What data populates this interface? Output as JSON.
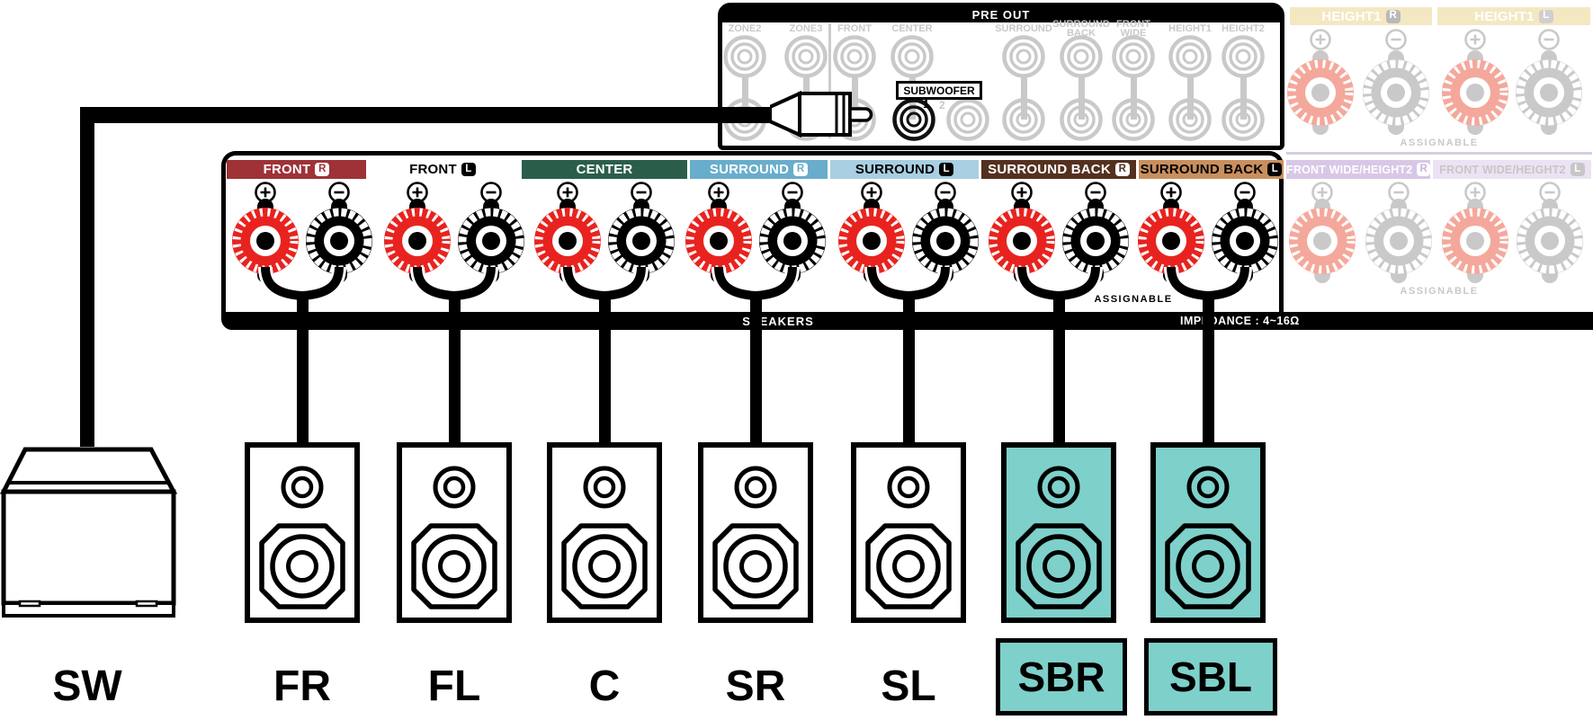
{
  "colors": {
    "highlight_teal": "#7ed0ca",
    "front_r_red": "#9e3237",
    "center_green": "#2a5e4b",
    "surround_r_blue": "#68adcc",
    "surround_l_blue": "#a8cfe2",
    "surround_back_r_brown": "#54301f",
    "surround_back_l_tan": "#c98f5e",
    "height2_purple": "#d8c7e6",
    "height1_cream": "#f3e8c2",
    "post_red": "#e8231f",
    "faded_gray": "#c9c9c9"
  },
  "pre_out": {
    "title": "PRE OUT",
    "top_labels": [
      {
        "text": "ZONE2"
      },
      {
        "text": "ZONE3"
      },
      {
        "text": "FRONT"
      },
      {
        "text": "CENTER"
      },
      {
        "text": "SURROUND"
      },
      {
        "text": "SURROUND BACK"
      },
      {
        "text": "FRONT WIDE"
      },
      {
        "text": "HEIGHT1"
      },
      {
        "text": "HEIGHT2"
      }
    ],
    "subwoofer": {
      "label": "SUBWOOFER",
      "jack1_num": "1",
      "jack2_num": "2"
    }
  },
  "height1_section": {
    "banners": [
      {
        "label": "HEIGHT1",
        "badge": "R"
      },
      {
        "label": "HEIGHT1",
        "badge": "L"
      }
    ],
    "assignable": "ASSIGNABLE"
  },
  "terminal_panel": {
    "channels": [
      {
        "label": "FRONT",
        "badge": "R"
      },
      {
        "label": "FRONT",
        "badge": "L"
      },
      {
        "label": "CENTER"
      },
      {
        "label": "SURROUND",
        "badge": "R"
      },
      {
        "label": "SURROUND",
        "badge": "L"
      },
      {
        "label": "SURROUND BACK",
        "badge": "R"
      },
      {
        "label": "SURROUND BACK",
        "badge": "L"
      },
      {
        "label": "FRONT WIDE/HEIGHT2",
        "badge": "R"
      },
      {
        "label": "FRONT WIDE/HEIGHT2",
        "badge": "L"
      }
    ],
    "assignable": "ASSIGNABLE",
    "assignable_right": "ASSIGNABLE",
    "speakers_bar_label": "SPEAKERS",
    "impedance_label": "IMPEDANCE : 4~16Ω",
    "plus": "+",
    "minus": "−"
  },
  "speakers": [
    {
      "label": "SW"
    },
    {
      "label": "FR"
    },
    {
      "label": "FL"
    },
    {
      "label": "C"
    },
    {
      "label": "SR"
    },
    {
      "label": "SL"
    },
    {
      "label": "SBR",
      "highlighted": true
    },
    {
      "label": "SBL",
      "highlighted": true
    }
  ]
}
